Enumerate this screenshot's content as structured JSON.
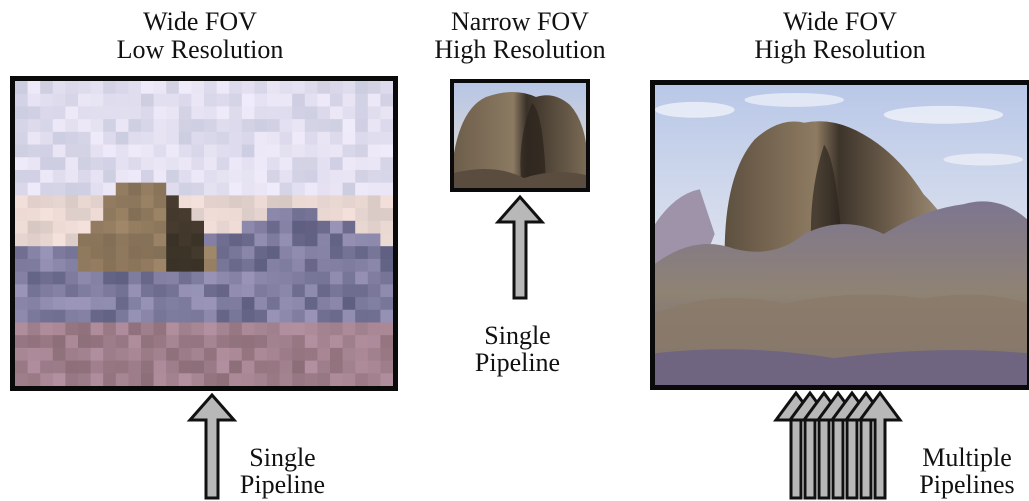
{
  "panels": [
    {
      "title_line1": "Wide FOV",
      "title_line2": "Low Resolution",
      "image": "mountain-scene-pixelated",
      "caption_line1": "Single",
      "caption_line2": "Pipeline"
    },
    {
      "title_line1": "Narrow FOV",
      "title_line2": "High Resolution",
      "image": "mountain-scene-cropped",
      "caption_line1": "Single",
      "caption_line2": "Pipeline"
    },
    {
      "title_line1": "Wide FOV",
      "title_line2": "High Resolution",
      "image": "mountain-scene-detailed",
      "caption_line1": "Multiple",
      "caption_line2": "Pipelines"
    }
  ],
  "colors": {
    "arrow_fill": "#b8b8b8",
    "arrow_stroke": "#111111",
    "frame": "#0a0a0a",
    "sky": "#c9d4ea",
    "rock": "#7b6a55"
  }
}
